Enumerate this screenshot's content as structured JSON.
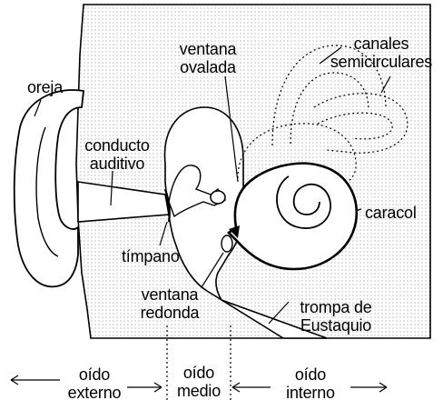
{
  "labels": {
    "oreja": "oreja",
    "conducto_auditivo_1": "conducto",
    "conducto_auditivo_2": "auditivo",
    "ventana_ovalada_1": "ventana",
    "ventana_ovalada_2": "ovalada",
    "canales_1": "canales",
    "canales_2": "semicirculares",
    "caracol": "caracol",
    "timpano": "tímpano",
    "ventana_redonda_1": "ventana",
    "ventana_redonda_2": "redonda",
    "trompa_1": "trompa de",
    "trompa_2": "Eustaquio"
  },
  "sections": {
    "externo_1": "oído",
    "externo_2": "externo",
    "medio_1": "oído",
    "medio_2": "medio",
    "interno_1": "oído",
    "interno_2": "interno"
  },
  "colors": {
    "ink": "#000000",
    "dots": "#9a9a9a",
    "paper": "#ffffff"
  }
}
